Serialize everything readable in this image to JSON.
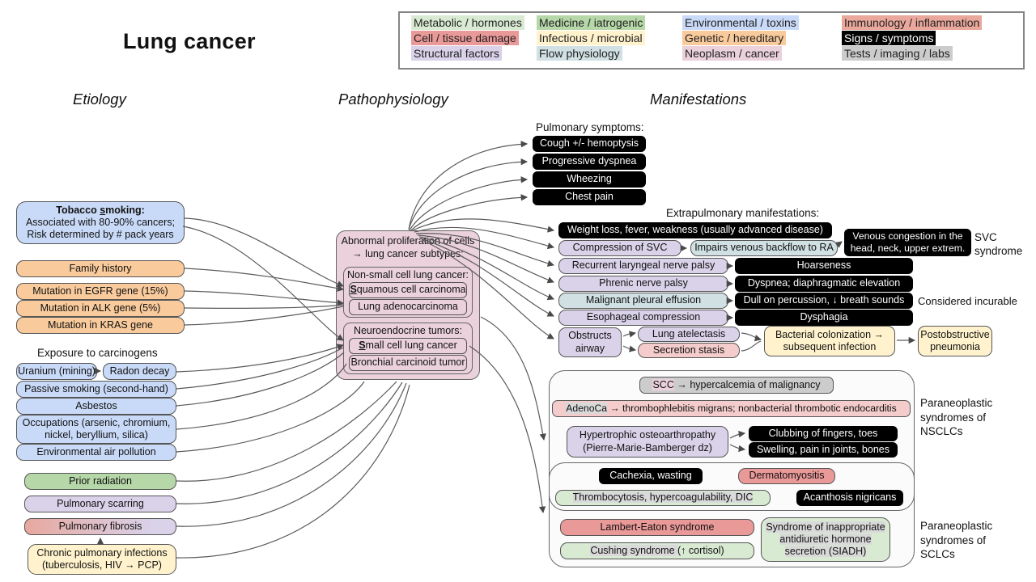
{
  "title": "Lung cancer",
  "headers": {
    "etiology": "Etiology",
    "patho": "Pathophysiology",
    "manif": "Manifestations"
  },
  "palette": {
    "blue": "#c9daf8",
    "orange": "#f9cb9c",
    "green_med": "#b6d7a8",
    "green_light": "#d9ead3",
    "lavender": "#d9d2e9",
    "yellow": "#fff2cc",
    "cyan": "#d0e0e3",
    "pink": "#ead1dc",
    "salmon": "#ea9999",
    "salmon_light": "#f4cccc",
    "coral": "#eaa79b",
    "gray": "#cccccc",
    "gray_light": "#d9d9d9",
    "black": "#000000",
    "white": "#ffffff"
  },
  "legend": {
    "items": [
      {
        "label": "Metabolic / hormones",
        "color": "#d9ead3",
        "fg": "#222222"
      },
      {
        "label": "Cell / tissue damage",
        "color": "#ea9999",
        "fg": "#222222"
      },
      {
        "label": "Structural factors",
        "color": "#d9d2e9",
        "fg": "#222222"
      },
      {
        "label": "Medicine / iatrogenic",
        "color": "#b6d7a8",
        "fg": "#222222"
      },
      {
        "label": "Infectious / microbial",
        "color": "#fff2cc",
        "fg": "#222222"
      },
      {
        "label": "Flow physiology",
        "color": "#d0e0e3",
        "fg": "#222222"
      },
      {
        "label": "Environmental / toxins",
        "color": "#c9daf8",
        "fg": "#222222"
      },
      {
        "label": "Genetic / hereditary",
        "color": "#f9cb9c",
        "fg": "#222222"
      },
      {
        "label": "Neoplasm / cancer",
        "color": "#ead1dc",
        "fg": "#222222"
      },
      {
        "label": "Immunology / inflammation",
        "color": "#eaa79b",
        "fg": "#222222"
      },
      {
        "label": "Signs / symptoms",
        "color": "#000000",
        "fg": "#ffffff"
      },
      {
        "label": "Tests / imaging / labs",
        "color": "#cccccc",
        "fg": "#222222"
      }
    ]
  },
  "etio": {
    "tobacco_line1_parts": [
      {
        "t": "Tobacco ",
        "b": true
      },
      {
        "t": "s",
        "b": true,
        "u": true
      },
      {
        "t": "moking:",
        "b": true
      }
    ],
    "tobacco_line2": "Associated with 80-90% cancers;",
    "tobacco_line3": "Risk determined by # pack years",
    "family": "Family history",
    "egfr": "Mutation in EGFR gene (15%)",
    "alk": "Mutation in ALK gene (5%)",
    "kras": "Mutation in KRAS gene",
    "carcinogens_label": "Exposure to carcinogens",
    "uranium": "Uranium (mining)",
    "radon": "Radon decay",
    "passive": "Passive smoking (second-hand)",
    "asbestos": "Asbestos",
    "occupations": "Occupations (arsenic, chromium, nickel, beryllium, silica)",
    "pollution": "Environmental air pollution",
    "radiation": "Prior radiation",
    "scarring": "Pulmonary scarring",
    "fibrosis": "Pulmonary fibrosis",
    "infections": "Chronic pulmonary infections (tuberculosis, HIV → PCP)"
  },
  "patho": {
    "main": "Abnormal proliferation of cells → lung cancer subtypes:",
    "nsclc_title": "Non-small cell lung cancer:",
    "squamous_parts": [
      {
        "t": "S",
        "b": true,
        "u": true
      },
      {
        "t": "quamous cell carcinoma"
      }
    ],
    "adeno": "Lung adenocarcinoma",
    "neuro_title": "Neuroendocrine tumors:",
    "sclc_parts": [
      {
        "t": "S",
        "b": true,
        "u": true
      },
      {
        "t": "mall cell lung cancer"
      }
    ],
    "carcinoid": "Bronchial carcinoid tumor"
  },
  "manif": {
    "pulm_label": "Pulmonary symptoms:",
    "cough": "Cough +/- hemoptysis",
    "dyspnea": "Progressive dyspnea",
    "wheezing": "Wheezing",
    "chest_pain": "Chest pain",
    "extra_label": "Extrapulmonary manifestations:",
    "weight": "Weight loss, fever, weakness (usually advanced disease)",
    "svc": "Compression of SVC",
    "svc_backflow": "Impairs venous backflow to RA",
    "svc_congestion": "Venous congestion in the head, neck, upper extrem.",
    "svc_syndrome": "SVC syndrome",
    "laryngeal": "Recurrent laryngeal nerve palsy",
    "hoarseness": "Hoarseness",
    "phrenic": "Phrenic nerve palsy",
    "phrenic_result": "Dyspnea; diaphragmatic elevation",
    "effusion": "Malignant pleural effusion",
    "effusion_result": "Dull on percussion, ↓ breath sounds",
    "incurable": "Considered incurable",
    "esophageal": "Esophageal compression",
    "dysphagia": "Dysphagia",
    "obstructs": "Obstructs airway",
    "atelectasis": "Lung atelectasis",
    "stasis": "Secretion stasis",
    "bacterial": "Bacterial colonization → subsequent infection",
    "pneumonia": "Postobstructive pneumonia"
  },
  "para": {
    "scc_parts": [
      {
        "t": "SCC",
        "bg": "#ead1dc"
      },
      {
        "t": " → hypercalcemia of malignancy"
      }
    ],
    "adenoca_parts": [
      {
        "t": "AdenoCa",
        "bg": "#d9d9d9"
      },
      {
        "t": " → thrombophlebitis migrans; nonbacterial thrombotic endocarditis"
      }
    ],
    "hoa": "Hypertrophic osteoarthropathy (Pierre-Marie-Bamberger dz)",
    "clubbing": "Clubbing of fingers, toes",
    "swelling": "Swelling, pain in joints, bones",
    "cachexia": "Cachexia, wasting",
    "dermato": "Dermatomyositis",
    "thrombo_parts": [
      {
        "t": "Thrombocytosis, hypercoagulability, DIC",
        "bg": "#d9d9d9"
      }
    ],
    "acanthosis": "Acanthosis nigricans",
    "lambert": "Lambert-Eaton syndrome",
    "cushing_parts": [
      {
        "t": "Cushing syndrome ",
        "bg": "#d9d9d9"
      },
      {
        "t": "(↑ cortisol)"
      }
    ],
    "siadh_parts": [
      {
        "t": "Syndrome of inappropriate antidiuretic hormone secretion (SIADH)",
        "bg": "#d9d9d9"
      }
    ],
    "nsclc_label": "Paraneoplastic syndromes of NSCLCs",
    "sclc_label": "Paraneoplastic syndromes of SCLCs"
  }
}
